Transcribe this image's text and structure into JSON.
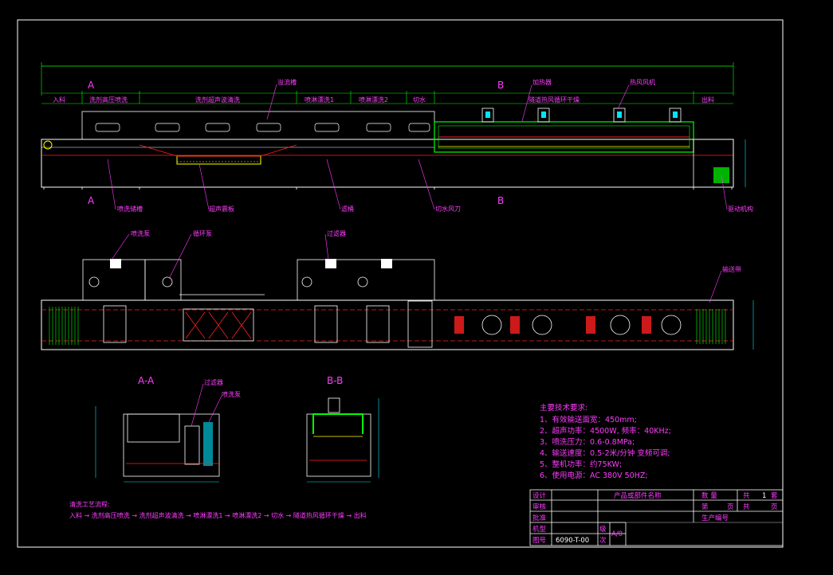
{
  "section_marks": {
    "a_top": "A",
    "a_bottom": "A",
    "b_top": "B",
    "b_bottom": "B"
  },
  "top_labels": {
    "callout_1": "溢流槽",
    "callout_2": "加热器",
    "callout_3": "热风风机",
    "zones": [
      "入料",
      "洗剂高压喷洗",
      "洗剂超声波清洗",
      "喷淋漂洗1",
      "喷淋漂洗2",
      "切水",
      "隧道热风循环干燥",
      "出料"
    ],
    "bottom": [
      "喷洗储槽",
      "超声震板",
      "滤桶",
      "切水风刀",
      "驱动机构"
    ]
  },
  "plan_labels": {
    "pump_1": "喷洗泵",
    "pump_2": "循环泵",
    "filter": "过滤器",
    "conveyor": "输送带"
  },
  "sections": {
    "aa_title": "A-A",
    "bb_title": "B-B",
    "aa_filter": "过滤器",
    "aa_pump": "喷洗泵"
  },
  "tech": {
    "title": "主要技术要求:",
    "lines": [
      "1、有效输送面宽：450mm;",
      "2、超声功率：4500W, 频率：40KHz;",
      "3、喷洗压力：0.6-0.8MPa;",
      "4、输送速度：0.5-2米/分钟 变频可调;",
      "5、整机功率：约75KW;",
      "6、使用电源：AC 380V  50HZ;"
    ]
  },
  "process": {
    "title": "清洗工艺流程:",
    "flow": "入料 → 洗剂高压喷洗 → 洗剂超声波清洗 → 喷淋漂洗1 → 喷淋漂洗2 → 切水 → 隧道热风循环干燥 → 出料"
  },
  "title_block": {
    "design": "设计",
    "review": "审核",
    "approve": "批准",
    "product_name_label": "产品或部件名称",
    "qty": "数  量",
    "total_label": "共",
    "total_val": "1",
    "sheets": "套",
    "page_label": "第",
    "page_unit": "页",
    "of_label": "共",
    "of_unit": "页",
    "serial": "生产编号",
    "model": "机型",
    "drawing_no": "图号",
    "drawing_no_val": "6090-T-00",
    "level": "级",
    "level_b": "次",
    "level_val": "A/0"
  },
  "colors": {
    "frame": "#ffffff",
    "label": "#ff3cff",
    "line": "#00ff00",
    "dim": "#00e5ff",
    "red": "#ff2020",
    "yellow": "#ffff00"
  }
}
